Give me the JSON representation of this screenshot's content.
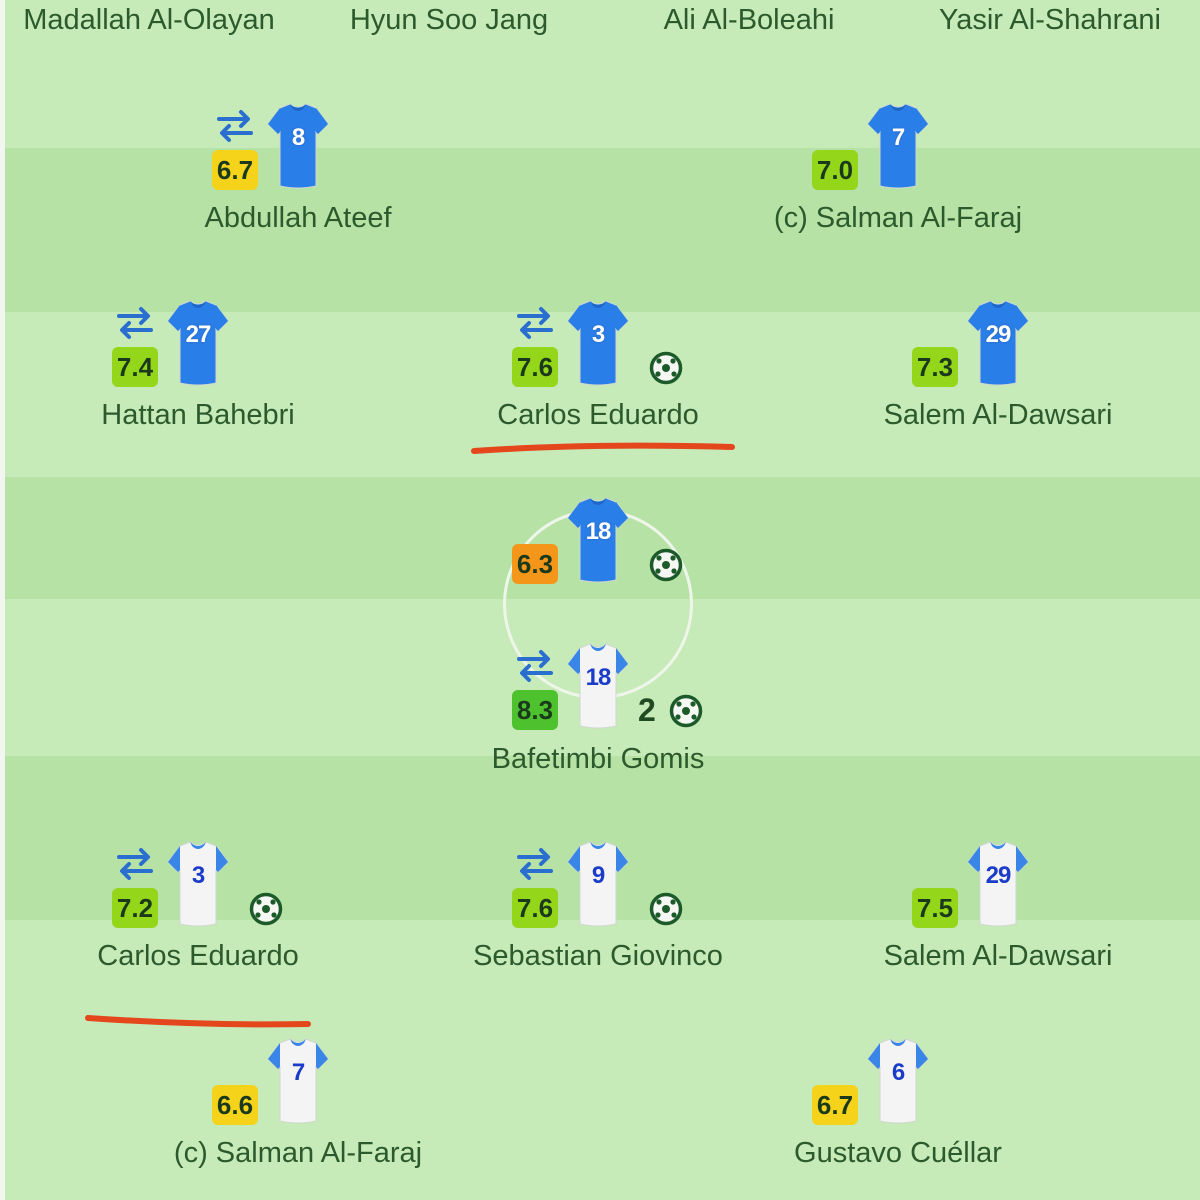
{
  "top_names": [
    "Madallah Al-Olayan",
    "Hyun Soo Jang",
    "Ali Al-Boleahi",
    "Yasir Al-Shahrani"
  ],
  "colors": {
    "rating_yellow": "#f5d31a",
    "rating_lime": "#94d61a",
    "rating_green": "#4dc22e",
    "rating_orange": "#f4961a",
    "home_shirt": "#2a7ee8",
    "away_shirt": "#f4f4f4",
    "underline": "#e4471c"
  },
  "players": [
    {
      "name": "Abdullah Ateef",
      "number": "8",
      "rating": "6.7",
      "rating_color": "yellow",
      "team": "home",
      "sub": true,
      "goals": ""
    },
    {
      "name": "(c) Salman Al-Faraj",
      "number": "7",
      "rating": "7.0",
      "rating_color": "lime",
      "team": "home",
      "sub": false,
      "goals": ""
    },
    {
      "name": "Hattan Bahebri",
      "number": "27",
      "rating": "7.4",
      "rating_color": "lime",
      "team": "home",
      "sub": true,
      "goals": ""
    },
    {
      "name": "Carlos Eduardo",
      "number": "3",
      "rating": "7.6",
      "rating_color": "lime",
      "team": "home",
      "sub": true,
      "goals": "1",
      "underlined": true
    },
    {
      "name": "Salem Al-Dawsari",
      "number": "29",
      "rating": "7.3",
      "rating_color": "lime",
      "team": "home",
      "sub": false,
      "goals": ""
    },
    {
      "name": "",
      "number": "18",
      "rating": "6.3",
      "rating_color": "orange",
      "team": "home",
      "sub": false,
      "goals": "1"
    },
    {
      "name": "Bafetimbi Gomis",
      "number": "18",
      "rating": "8.3",
      "rating_color": "green",
      "team": "away",
      "sub": true,
      "goals": "2",
      "goal_count_label": "2"
    },
    {
      "name": "Carlos Eduardo",
      "number": "3",
      "rating": "7.2",
      "rating_color": "lime",
      "team": "away",
      "sub": true,
      "goals": "1",
      "underlined": true
    },
    {
      "name": "Sebastian Giovinco",
      "number": "9",
      "rating": "7.6",
      "rating_color": "lime",
      "team": "away",
      "sub": true,
      "goals": "1"
    },
    {
      "name": "Salem Al-Dawsari",
      "number": "29",
      "rating": "7.5",
      "rating_color": "lime",
      "team": "away",
      "sub": false,
      "goals": ""
    },
    {
      "name": "(c) Salman Al-Faraj",
      "number": "7",
      "rating": "6.6",
      "rating_color": "yellow",
      "team": "away",
      "sub": false,
      "goals": ""
    },
    {
      "name": "Gustavo Cuéllar",
      "number": "6",
      "rating": "6.7",
      "rating_color": "yellow",
      "team": "away",
      "sub": false,
      "goals": ""
    }
  ]
}
